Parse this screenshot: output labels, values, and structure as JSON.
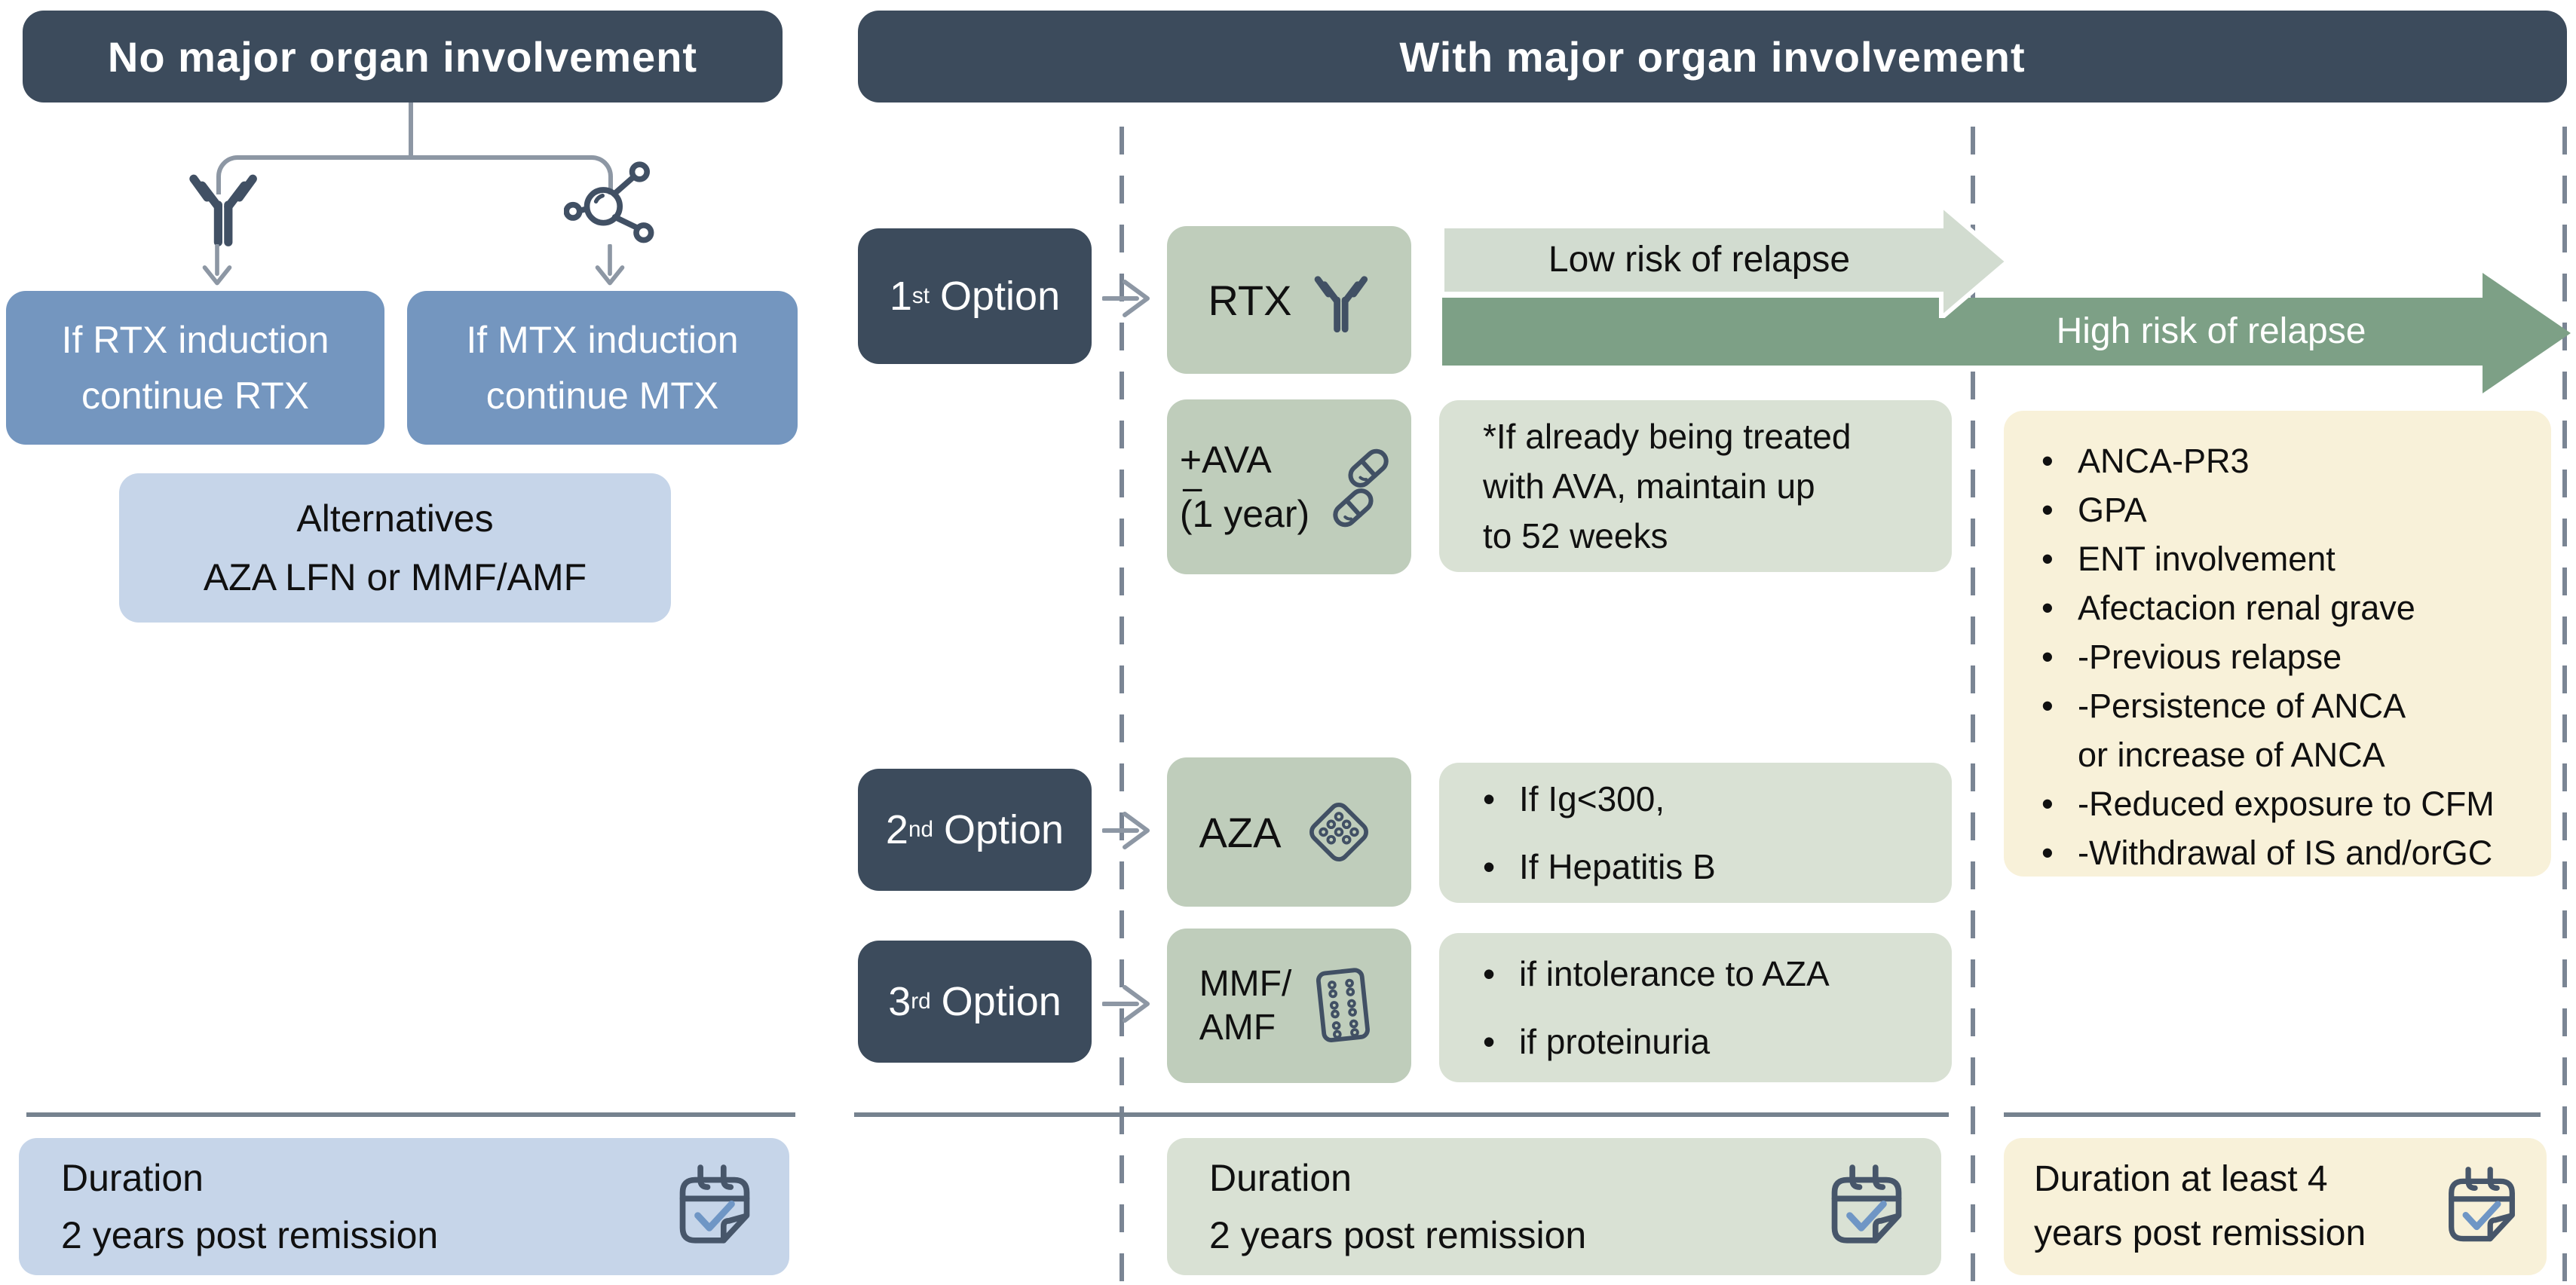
{
  "ui": {
    "bullet": "•"
  },
  "colors": {
    "slate_dark": "#3c4b5c",
    "blue": "#7496bf",
    "light_blue": "#c6d5e9",
    "sage": "#bfcdbb",
    "sage_light": "#d9e1d4",
    "cream": "#f8f1d9",
    "arrow_light_green": "#d2dcd0",
    "arrow_dark_green": "#7da086",
    "line_gray": "#8d97a4",
    "check_blue": "#6f96c5"
  },
  "left": {
    "header": "No major organ involvement",
    "box_rtx": {
      "line1": "If RTX induction",
      "line2": "continue RTX"
    },
    "box_mtx": {
      "line1": "If MTX induction",
      "line2": "continue MTX"
    },
    "alternatives": {
      "line1": "Alternatives",
      "line2": "AZA LFN or MMF/AMF"
    },
    "duration": {
      "line1": "Duration",
      "line2": "2 years post remission"
    }
  },
  "right": {
    "header": "With major organ involvement",
    "low_risk_label": "Low risk of relapse",
    "high_risk_label": "High risk of relapse",
    "options": [
      {
        "num": "1",
        "sup": "st",
        "word": "Option"
      },
      {
        "num": "2",
        "sup": "nd",
        "word": "Option"
      },
      {
        "num": "3",
        "sup": "rd",
        "word": "Option"
      }
    ],
    "rtx_label": "RTX",
    "ava": {
      "plus": "+AVA",
      "minus": "–",
      "year": "(1 year)"
    },
    "ava_note": {
      "line1": "*If already being treated",
      "line2": "with AVA, maintain up",
      "line3": "to 52 weeks"
    },
    "risk_factors": [
      "ANCA-PR3",
      "GPA",
      "ENT involvement",
      "Afectacion renal grave",
      "-Previous relapse",
      "-Persistence of ANCA",
      "-Reduced exposure to CFM",
      "-Withdrawal of IS and/orGC"
    ],
    "risk_factor_cont": "or increase of ANCA",
    "aza_label": "AZA",
    "aza_bullets": [
      "If Ig<300,",
      "If Hepatitis B"
    ],
    "mmf_label": {
      "line1": "MMF/",
      "line2": "AMF"
    },
    "mmf_bullets": [
      "if intolerance to AZA",
      "if proteinuria"
    ],
    "duration_mid": {
      "line1": "Duration",
      "line2": "2 years post remission"
    },
    "duration_high": {
      "line1": "Duration at least 4",
      "line2": "years post remission"
    }
  }
}
